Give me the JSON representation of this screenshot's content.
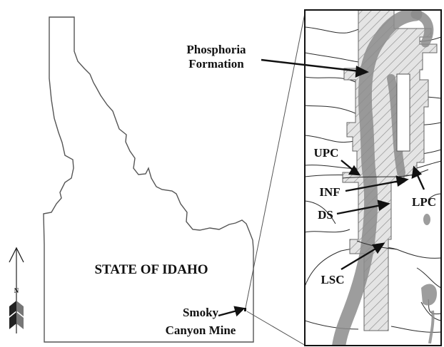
{
  "labels": {
    "phosphoria_line1": "Phosphoria",
    "phosphoria_line2": "Formation",
    "state": "STATE OF IDAHO",
    "mine_line1": "Smoky",
    "mine_line2": "Canyon Mine",
    "upc": "UPC",
    "inf": "INF",
    "ds": "DS",
    "lpc": "LPC",
    "lsc": "LSC",
    "north": "N"
  },
  "colors": {
    "outline": "#555555",
    "formation_band": "#8c8c8c",
    "hatch": "#8a8a8a",
    "stream": "#2a2a2a",
    "label": "#111111"
  }
}
